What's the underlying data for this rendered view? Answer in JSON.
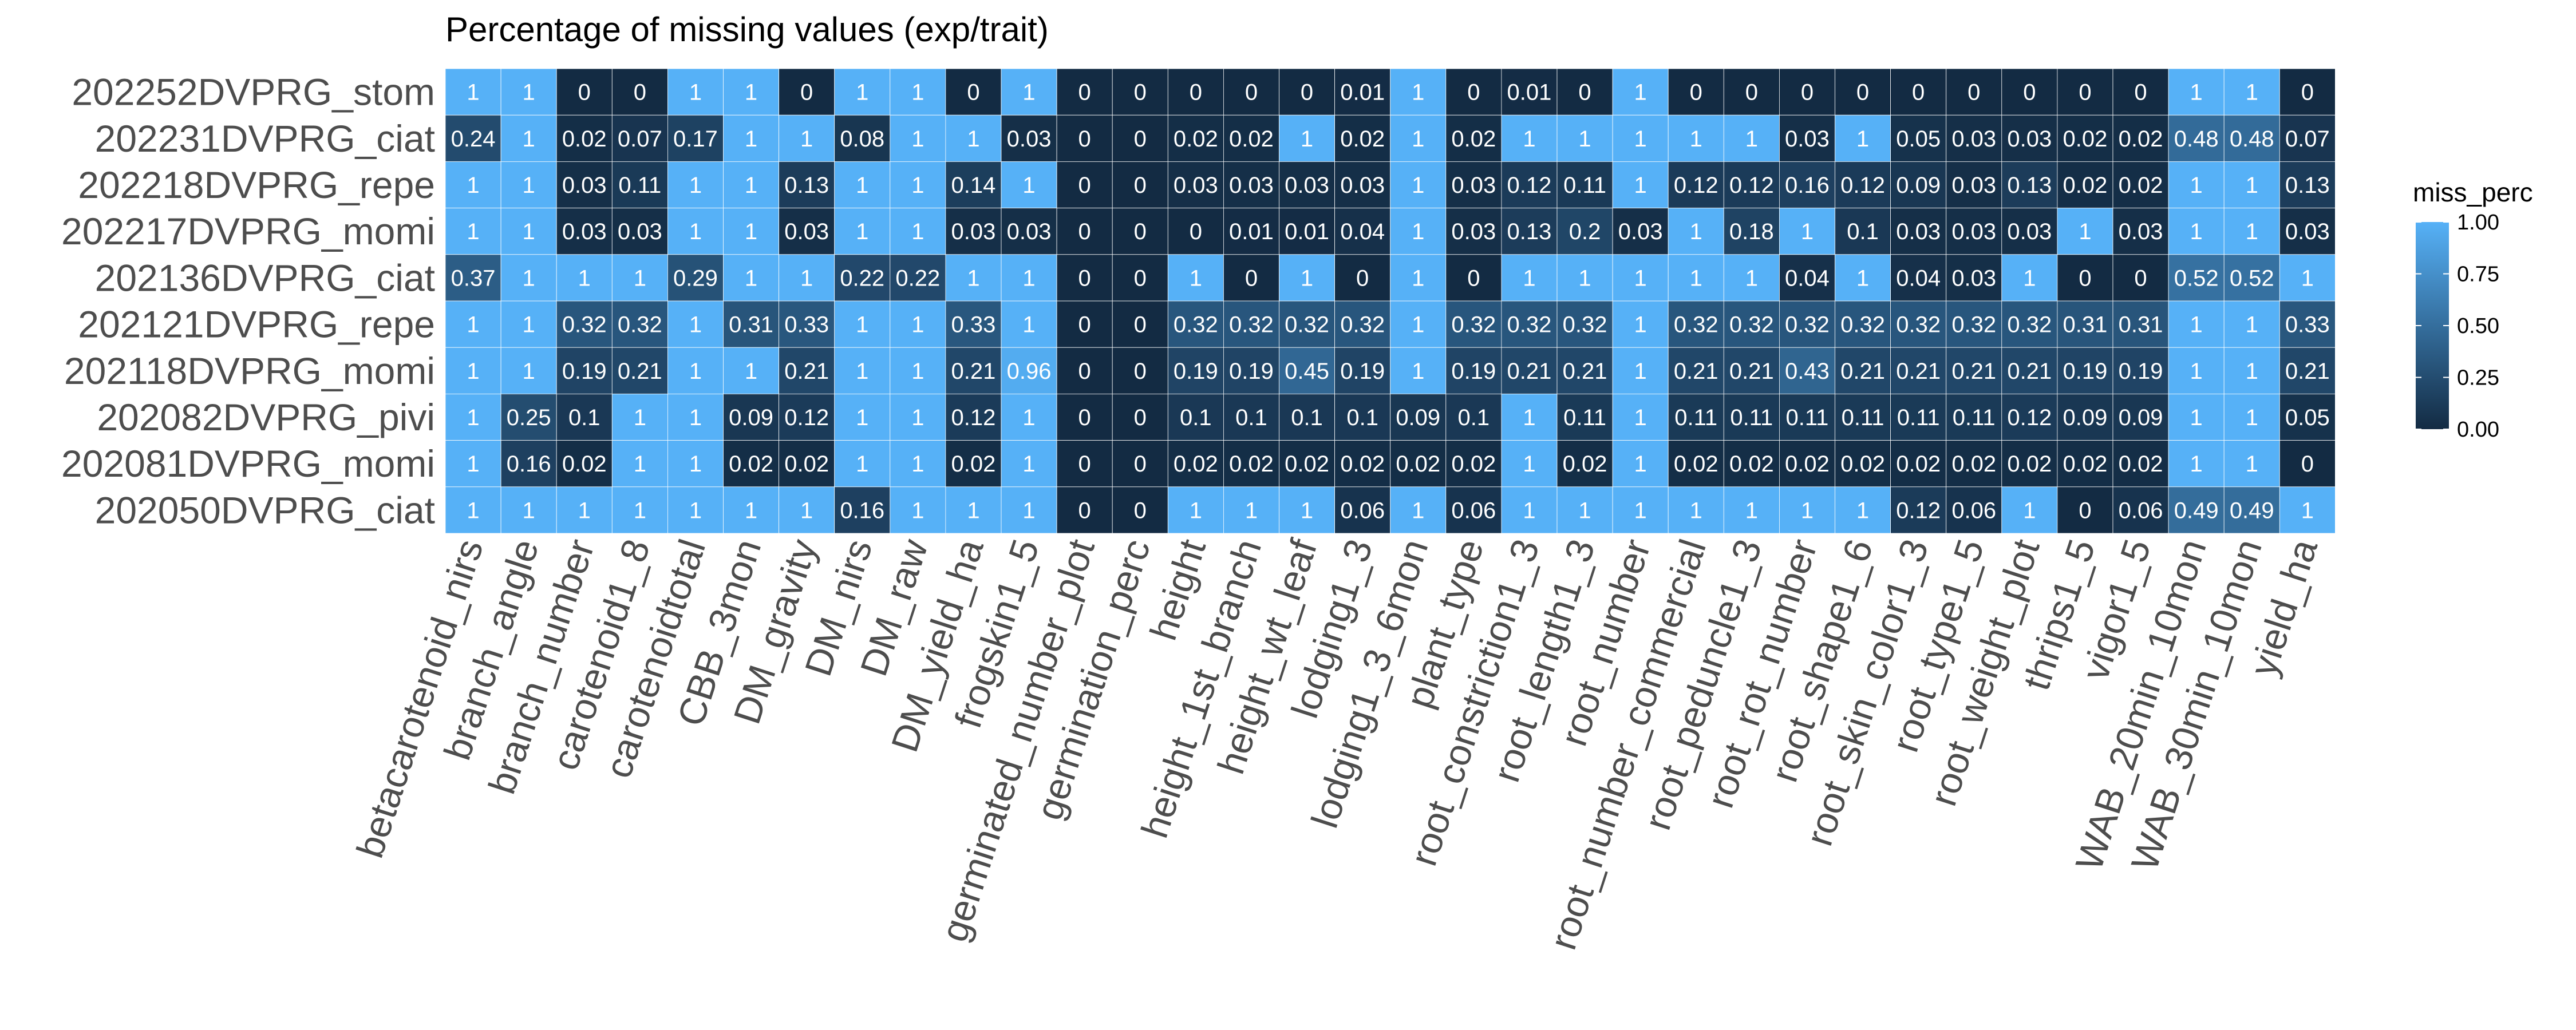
{
  "chart_data": {
    "type": "heatmap",
    "title": "Percentage of missing values (exp/trait)",
    "rows": [
      "202252DVPRG_stom",
      "202231DVPRG_ciat",
      "202218DVPRG_repe",
      "202217DVPRG_momi",
      "202136DVPRG_ciat",
      "202121DVPRG_repe",
      "202118DVPRG_momi",
      "202082DVPRG_pivi",
      "202081DVPRG_momi",
      "202050DVPRG_ciat"
    ],
    "columns": [
      "betacarotenoid_nirs",
      "branch_angle",
      "branch_number",
      "carotenoid1_8",
      "carotenoidtotal",
      "CBB_3mon",
      "DM_gravity",
      "DM_nirs",
      "DM_raw",
      "DM_yield_ha",
      "frogskin1_5",
      "germinated_number_plot",
      "germination_perc",
      "height",
      "height_1st_branch",
      "height_wt_leaf",
      "lodging1_3",
      "lodging1_3_6mon",
      "plant_type",
      "root_constriction1_3",
      "root_length1_3",
      "root_number",
      "root_number_commercial",
      "root_peduncle1_3",
      "root_rot_number",
      "root_shape1_6",
      "root_skin_color1_3",
      "root_type1_5",
      "root_weight_plot",
      "thrips1_5",
      "vigor1_5",
      "WAB_20min_10mon",
      "WAB_30min_10mon",
      "yield_ha"
    ],
    "values": [
      [
        1,
        1,
        0,
        0,
        1,
        1,
        0,
        1,
        1,
        0,
        1,
        0,
        0,
        0,
        0,
        0,
        0.01,
        1,
        0,
        0.01,
        0,
        1,
        0,
        0,
        0,
        0,
        0,
        0,
        0,
        0,
        0,
        1,
        1,
        0
      ],
      [
        0.24,
        1,
        0.02,
        0.07,
        0.17,
        1,
        1,
        0.08,
        1,
        1,
        0.03,
        0,
        0,
        0.02,
        0.02,
        1,
        0.02,
        1,
        0.02,
        1,
        1,
        1,
        1,
        1,
        0.03,
        1,
        0.05,
        0.03,
        0.03,
        0.02,
        0.02,
        0.48,
        0.48,
        0.07
      ],
      [
        1,
        1,
        0.03,
        0.11,
        1,
        1,
        0.13,
        1,
        1,
        0.14,
        1,
        0,
        0,
        0.03,
        0.03,
        0.03,
        0.03,
        1,
        0.03,
        0.12,
        0.11,
        1,
        0.12,
        0.12,
        0.16,
        0.12,
        0.09,
        0.03,
        0.13,
        0.02,
        0.02,
        1,
        1,
        0.13
      ],
      [
        1,
        1,
        0.03,
        0.03,
        1,
        1,
        0.03,
        1,
        1,
        0.03,
        0.03,
        0,
        0,
        0,
        0.01,
        0.01,
        0.04,
        1,
        0.03,
        0.13,
        0.2,
        0.03,
        1,
        0.18,
        1,
        0.1,
        0.03,
        0.03,
        0.03,
        1,
        0.03,
        1,
        1,
        0.03
      ],
      [
        0.37,
        1,
        1,
        1,
        0.29,
        1,
        1,
        0.22,
        0.22,
        1,
        1,
        0,
        0,
        1,
        0,
        1,
        0,
        1,
        0,
        1,
        1,
        1,
        1,
        1,
        0.04,
        1,
        0.04,
        0.03,
        1,
        0,
        0,
        0.52,
        0.52,
        1
      ],
      [
        1,
        1,
        0.32,
        0.32,
        1,
        0.31,
        0.33,
        1,
        1,
        0.33,
        1,
        0,
        0,
        0.32,
        0.32,
        0.32,
        0.32,
        1,
        0.32,
        0.32,
        0.32,
        1,
        0.32,
        0.32,
        0.32,
        0.32,
        0.32,
        0.32,
        0.32,
        0.31,
        0.31,
        1,
        1,
        0.33
      ],
      [
        1,
        1,
        0.19,
        0.21,
        1,
        1,
        0.21,
        1,
        1,
        0.21,
        0.96,
        0,
        0,
        0.19,
        0.19,
        0.45,
        0.19,
        1,
        0.19,
        0.21,
        0.21,
        1,
        0.21,
        0.21,
        0.43,
        0.21,
        0.21,
        0.21,
        0.21,
        0.19,
        0.19,
        1,
        1,
        0.21
      ],
      [
        1,
        0.25,
        0.1,
        1,
        1,
        0.09,
        0.12,
        1,
        1,
        0.12,
        1,
        0,
        0,
        0.1,
        0.1,
        0.1,
        0.1,
        0.09,
        0.1,
        1,
        0.11,
        1,
        0.11,
        0.11,
        0.11,
        0.11,
        0.11,
        0.11,
        0.12,
        0.09,
        0.09,
        1,
        1,
        0.05
      ],
      [
        1,
        0.16,
        0.02,
        1,
        1,
        0.02,
        0.02,
        1,
        1,
        0.02,
        1,
        0,
        0,
        0.02,
        0.02,
        0.02,
        0.02,
        0.02,
        0.02,
        1,
        0.02,
        1,
        0.02,
        0.02,
        0.02,
        0.02,
        0.02,
        0.02,
        0.02,
        0.02,
        0.02,
        1,
        1,
        0
      ],
      [
        1,
        1,
        1,
        1,
        1,
        1,
        1,
        0.16,
        1,
        1,
        1,
        0,
        0,
        1,
        1,
        1,
        0.06,
        1,
        0.06,
        1,
        1,
        1,
        1,
        1,
        1,
        1,
        0.12,
        0.06,
        1,
        0,
        0.06,
        0.49,
        0.49,
        1
      ]
    ],
    "legend": {
      "title": "miss_perc",
      "ticks": [
        "1.00",
        "0.75",
        "0.50",
        "0.25",
        "0.00"
      ],
      "tick_values": [
        1,
        0.75,
        0.5,
        0.25,
        0
      ],
      "placement": "right"
    },
    "colors": {
      "low": "#132B43",
      "high": "#56B1F7"
    },
    "grid": false,
    "xlabel": "",
    "ylabel": ""
  }
}
